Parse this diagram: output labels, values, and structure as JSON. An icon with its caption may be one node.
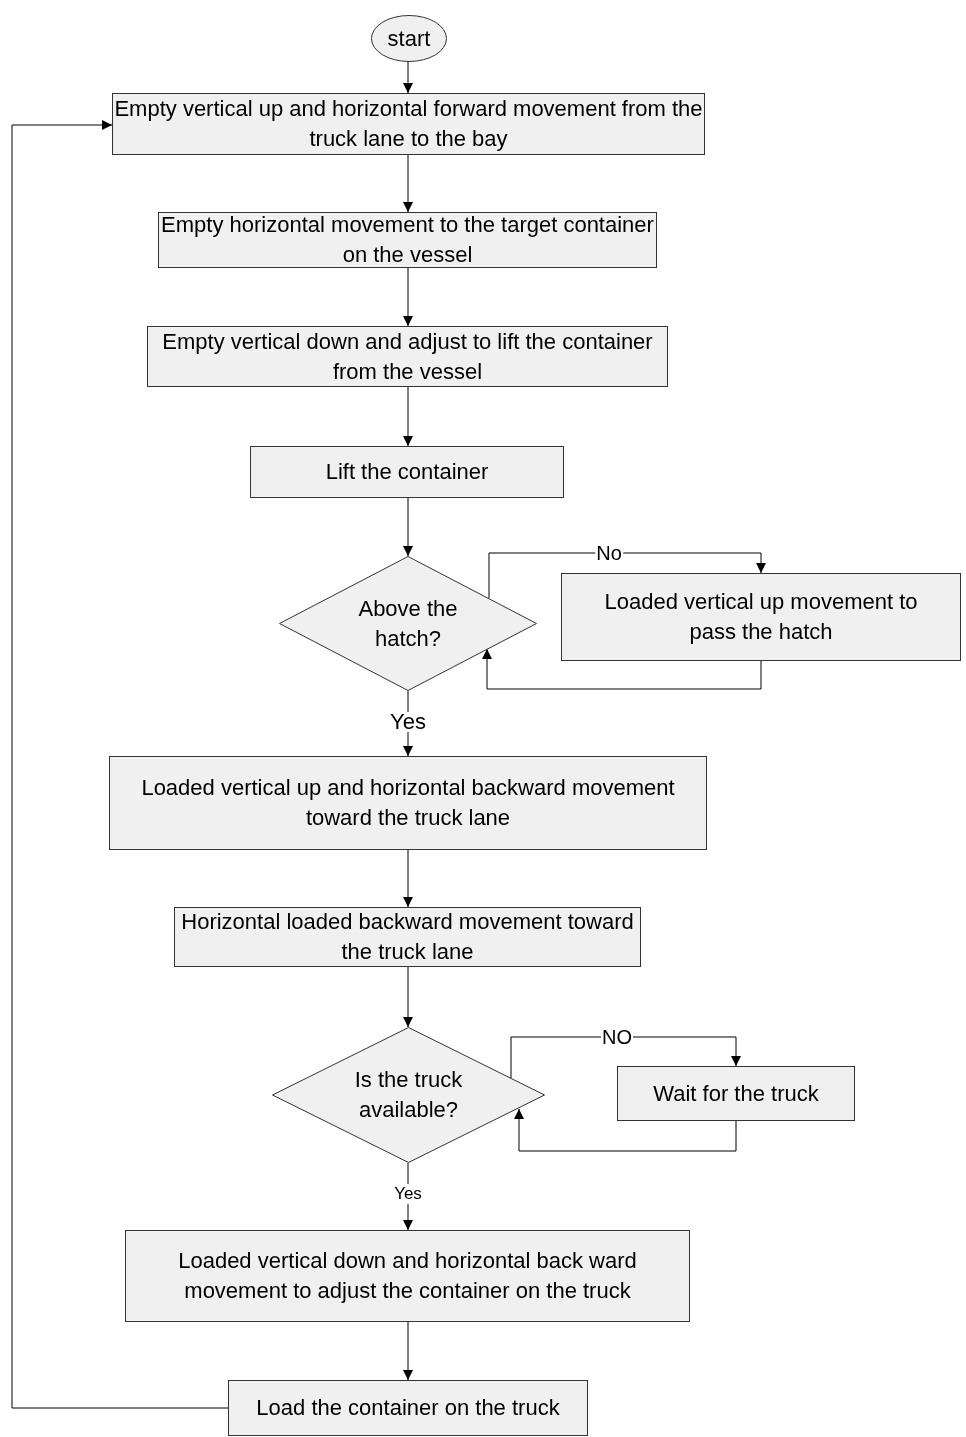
{
  "diagram": {
    "nodes": [
      {
        "text": [
          "start"
        ]
      },
      {
        "text": [
          "Empty vertical up and horizontal forward movement from the truck lane to the bay"
        ]
      },
      {
        "text": [
          "Empty horizontal movement to the target container on the vessel"
        ]
      },
      {
        "text": [
          "Empty vertical down and adjust to lift the container from the vessel"
        ]
      },
      {
        "text": [
          "Lift the container"
        ]
      },
      {
        "text": [
          "Above the hatch?"
        ]
      },
      {
        "text": [
          "Loaded vertical up movement to pass the hatch"
        ]
      },
      {
        "text": [
          "Loaded vertical up and horizontal backward movement toward the truck lane"
        ]
      },
      {
        "text": [
          "Horizontal loaded backward movement toward the truck lane"
        ]
      },
      {
        "text": [
          "Is the truck available?"
        ]
      },
      {
        "text": [
          "Wait for the truck"
        ]
      },
      {
        "text": [
          "Loaded vertical down and horizontal back ward movement to adjust the container on the truck"
        ]
      },
      {
        "text": [
          "Load the container on the truck"
        ]
      }
    ],
    "edges": [
      {
        "from": 0,
        "to": 1,
        "arrow": "to"
      },
      {
        "from": 1,
        "to": 2,
        "arrow": "to"
      },
      {
        "from": 2,
        "to": 3,
        "arrow": "to"
      },
      {
        "from": 3,
        "to": 4,
        "arrow": "to"
      },
      {
        "from": 4,
        "to": 5,
        "arrow": "to"
      },
      {
        "from": 5,
        "to": 6,
        "arrow": "to",
        "label": "No"
      },
      {
        "from": 6,
        "to": 5,
        "arrow": "to"
      },
      {
        "from": 5,
        "to": 7,
        "arrow": "to",
        "label": "Yes"
      },
      {
        "from": 7,
        "to": 8,
        "arrow": "to"
      },
      {
        "from": 8,
        "to": 9,
        "arrow": "to"
      },
      {
        "from": 9,
        "to": 10,
        "arrow": "to",
        "label": "NO"
      },
      {
        "from": 10,
        "to": 9,
        "arrow": "to"
      },
      {
        "from": 9,
        "to": 11,
        "arrow": "to",
        "label": "Yes"
      },
      {
        "from": 11,
        "to": 12,
        "arrow": "to"
      },
      {
        "from": 12,
        "to": 1,
        "arrow": "to"
      }
    ]
  }
}
